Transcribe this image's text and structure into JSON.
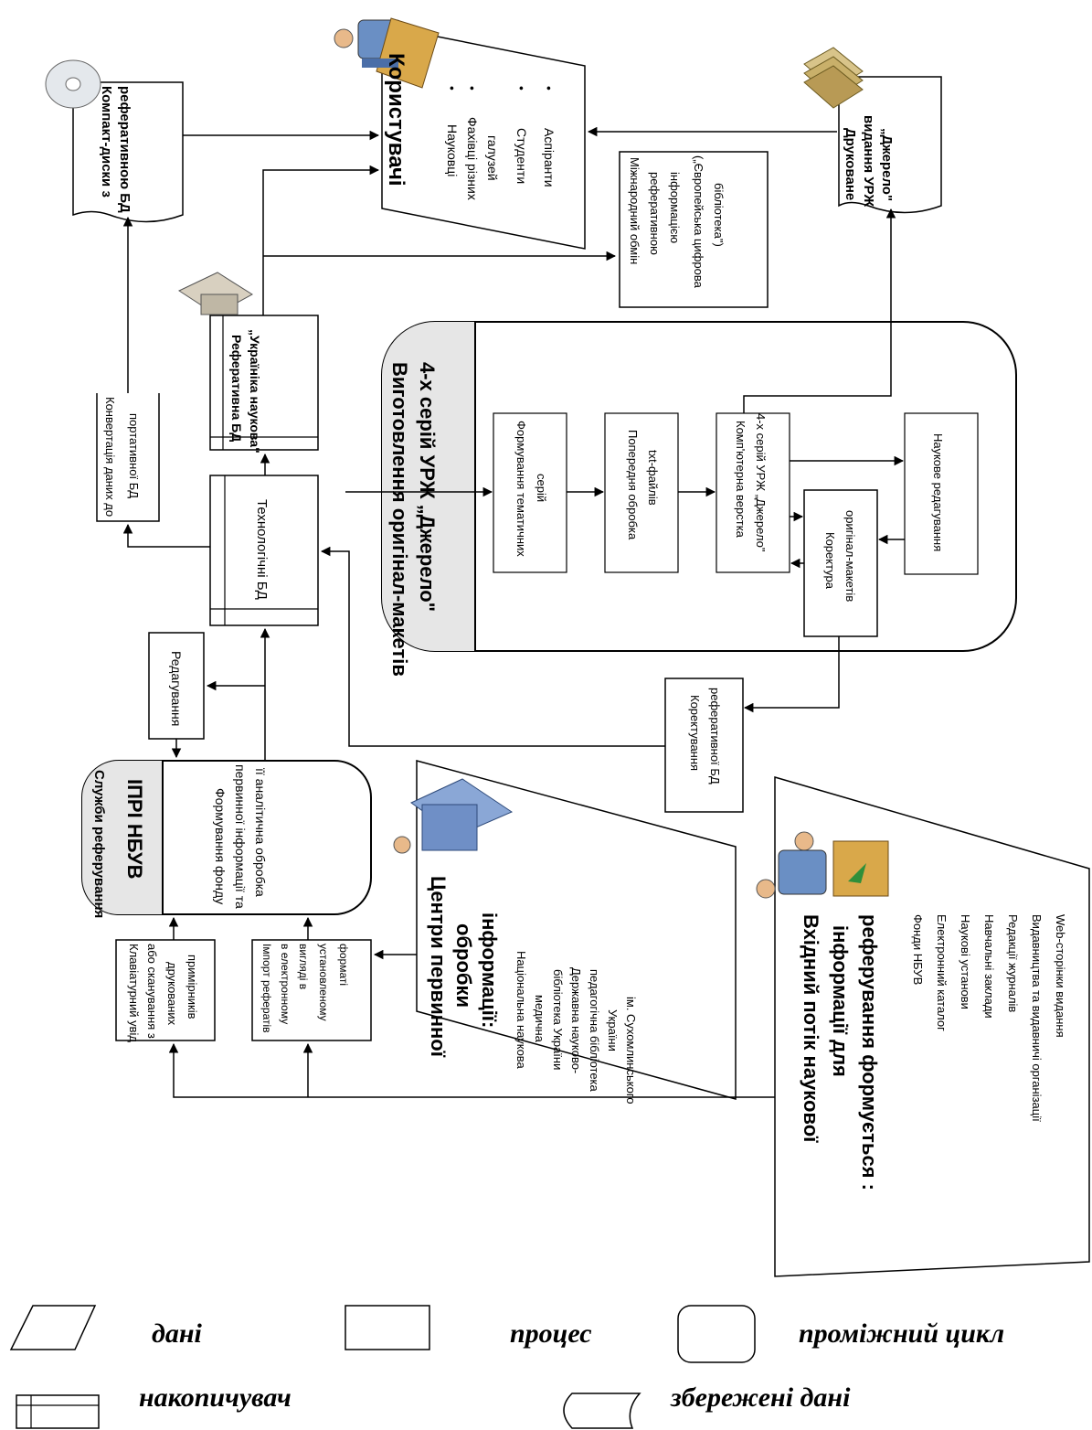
{
  "users": {
    "title": "Користувачі",
    "items": [
      "Науковці",
      "Фахівці різних",
      "галузей",
      "Студенти",
      "Аспіранти"
    ]
  },
  "cd_disks": {
    "line1": "Компакт-диски з",
    "line2": "реферативною БД"
  },
  "printed_edition": {
    "line1": "Друковане",
    "line2": "видання УРЖ",
    "line3": "„Джерело\""
  },
  "intl_exchange": {
    "line1": "Міжнародний обмін",
    "line2": "реферативною",
    "line3": "інформацією",
    "line4": "(„Європейська цифрова",
    "line5": "бібліотека\")"
  },
  "conversion": {
    "line1": "Конвертація даних до",
    "line2": "портативної БД"
  },
  "ref_db": {
    "line1": "Реферативна БД",
    "line2": "„Україніка наукова\""
  },
  "tech_db": {
    "label": "Технологічні БД"
  },
  "production": {
    "title1": "Виготовлення  оригінал-макетів",
    "title2": "4-х серій  УРЖ „Джерело\"",
    "step_series": {
      "line1": "Формування тематичних",
      "line2": "серій"
    },
    "step_pre": {
      "line1": "Попередня обробка",
      "line2": "txt-файлів"
    },
    "step_layout": {
      "line1": "Комп'ютерна верстка",
      "line2": "4-х серій УРЖ „Джерело\""
    },
    "step_sci_edit": {
      "label": "Наукове редагування"
    },
    "step_proof": {
      "line1": "Коректура",
      "line2": "оригінал-макетів"
    }
  },
  "editing": {
    "label": "Редагування"
  },
  "db_correction": {
    "line1": "Коректування",
    "line2": "реферативної БД"
  },
  "services": {
    "title1": "Служби реферування",
    "title2": "ІПРІ    НБУВ",
    "body1": "Формування фонду",
    "body2": "первинної інформації та",
    "body3": "її аналітична обробка"
  },
  "centers": {
    "title1": "Центри первинної",
    "title2": "обробки",
    "title3": "інформації:",
    "items": [
      "Національна наукова",
      "медична",
      "бібліотека України",
      "Державна науково-",
      "педагогічна бібліотека",
      "України",
      "ім. Сухомлинського"
    ]
  },
  "keyboard_input": {
    "line1": "Клавіатурний увід",
    "line2": "або сканування з",
    "line3": "друкованих",
    "line4": "примірників"
  },
  "import_refs": {
    "line1": "Імпорт рефератів",
    "line2": "в електронному",
    "line3": "вигляді в",
    "line4": "установленому",
    "line5": "форматі"
  },
  "input_flow": {
    "title1": "Вхідний потік наукової",
    "title2": "інформації для",
    "title3": "реферування формується :",
    "items": [
      "Фонди НБУВ",
      "Електронний каталог",
      "Наукові установи",
      "Навчальні заклади",
      "Редакції журналів",
      "Видавництва та видавничі організації",
      "Web-сторінки видання"
    ]
  },
  "legend": {
    "data": "дані",
    "process": "процес",
    "intermediate": "проміжний цикл",
    "storage": "накопичувач",
    "stored": "збережені дані"
  }
}
